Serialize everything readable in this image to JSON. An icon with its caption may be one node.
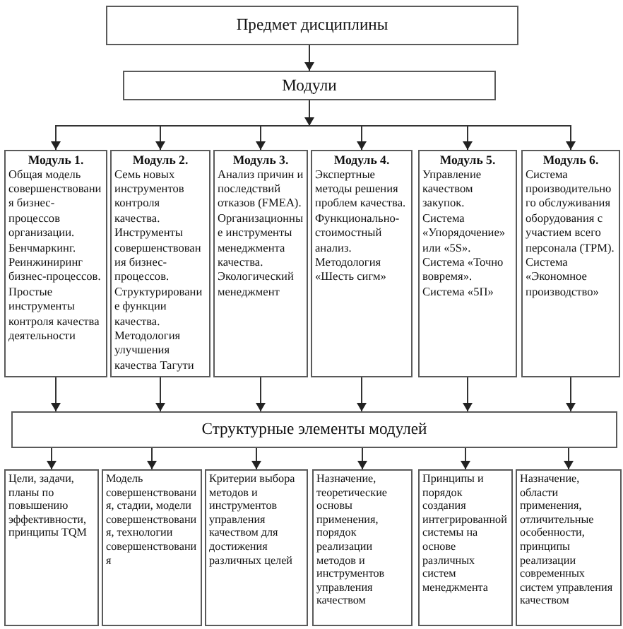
{
  "diagram": {
    "nodes": [
      {
        "text": [
          "Предмет дисциплины"
        ]
      },
      {
        "text": [
          "Модули"
        ]
      },
      {
        "text": [
          "Модуль 1.",
          "Общая модель совершенствования бизнес-процессов организации.",
          "Бенчмаркинг.",
          "Реинжиниринг бизнес-процессов.",
          "Простые инструменты контроля качества деятельности"
        ]
      },
      {
        "text": [
          "Модуль 2.",
          "Семь новых инструментов контроля качества.",
          "Инструменты совершенствования бизнес-процессов.",
          "Структурирование функции качества. Методология улучшения качества Тагути"
        ]
      },
      {
        "text": [
          "Модуль 3.",
          "Анализ причин и последствий отказов (FMEA).",
          "Организационные инструменты менеджмента качества.",
          "Экологический менеджмент"
        ]
      },
      {
        "text": [
          "Модуль 4.",
          "Экспертные методы решения проблем качества.",
          "Функционально-стоимостный анализ.",
          "Методология «Шесть сигм»"
        ]
      },
      {
        "text": [
          "Модуль 5.",
          "Управление качеством закупок.",
          "Система «Упорядочение» или «5S».",
          "Система «Точно вовремя».",
          "Система «5П»"
        ]
      },
      {
        "text": [
          "Модуль 6.",
          "Система производительного обслуживания оборудования с участием всего персонала (TPM).",
          "Система «Экономное производство»"
        ]
      },
      {
        "text": [
          "Структурные элементы модулей"
        ]
      },
      {
        "text": [
          "Цели, задачи, планы по повышению эффективности, принципы TQM"
        ]
      },
      {
        "text": [
          "Модель совершенствования, стадии, модели совершенствования, технологии совершенствования"
        ]
      },
      {
        "text": [
          "Критерии выбора методов и инструментов управления качеством для достижения различных целей"
        ]
      },
      {
        "text": [
          "Назначение, теоретические основы применения, порядок реализации методов и инструментов управления качеством"
        ]
      },
      {
        "text": [
          "Принципы и порядок создания интегрированной системы на основе различных систем менеджмента"
        ]
      },
      {
        "text": [
          "Назначение, области применения, отличительные особенности, принципы реализации современных систем управления качеством"
        ]
      }
    ],
    "edges": [
      {
        "from": 0,
        "to": 1,
        "arrow": "to"
      },
      {
        "from": 1,
        "to": 2,
        "arrow": "to"
      },
      {
        "from": 1,
        "to": 3,
        "arrow": "to"
      },
      {
        "from": 1,
        "to": 4,
        "arrow": "to"
      },
      {
        "from": 1,
        "to": 5,
        "arrow": "to"
      },
      {
        "from": 1,
        "to": 6,
        "arrow": "to"
      },
      {
        "from": 1,
        "to": 7,
        "arrow": "to"
      },
      {
        "from": 2,
        "to": 8,
        "arrow": "to"
      },
      {
        "from": 3,
        "to": 8,
        "arrow": "to"
      },
      {
        "from": 4,
        "to": 8,
        "arrow": "to"
      },
      {
        "from": 5,
        "to": 8,
        "arrow": "to"
      },
      {
        "from": 6,
        "to": 8,
        "arrow": "to"
      },
      {
        "from": 7,
        "to": 8,
        "arrow": "to"
      },
      {
        "from": 8,
        "to": 9,
        "arrow": "to"
      },
      {
        "from": 8,
        "to": 10,
        "arrow": "to"
      },
      {
        "from": 8,
        "to": 11,
        "arrow": "to"
      },
      {
        "from": 8,
        "to": 12,
        "arrow": "to"
      },
      {
        "from": 8,
        "to": 13,
        "arrow": "to"
      },
      {
        "from": 8,
        "to": 14,
        "arrow": "to"
      }
    ]
  }
}
